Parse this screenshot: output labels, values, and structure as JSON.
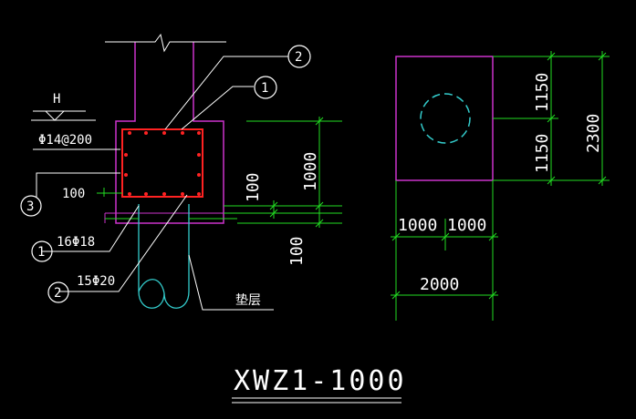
{
  "drawing": {
    "title": "XWZ1-1000",
    "colors": {
      "background": "#000000",
      "outline": "#cc33cc",
      "dimension": "#22dd22",
      "rebar": "#ff2222",
      "pile": "#33cccc",
      "text": "#ffffff"
    }
  },
  "section": {
    "level_mark": "H",
    "stirrup_spec": "Φ14@200",
    "bottom_text": "100",
    "bar_spec_a": "16Φ18",
    "bar_spec_b": "15Φ20",
    "bedding_label": "垫层",
    "dim_height": "1000",
    "dim_slab": "100",
    "dim_bedding": "100",
    "callouts": [
      "2",
      "1",
      "3",
      "1",
      "2"
    ]
  },
  "plan": {
    "dim_upper": "1150",
    "dim_lower": "1150",
    "dim_total_v": "2300",
    "dim_left": "1000",
    "dim_right": "1000",
    "dim_total_h": "2000"
  }
}
